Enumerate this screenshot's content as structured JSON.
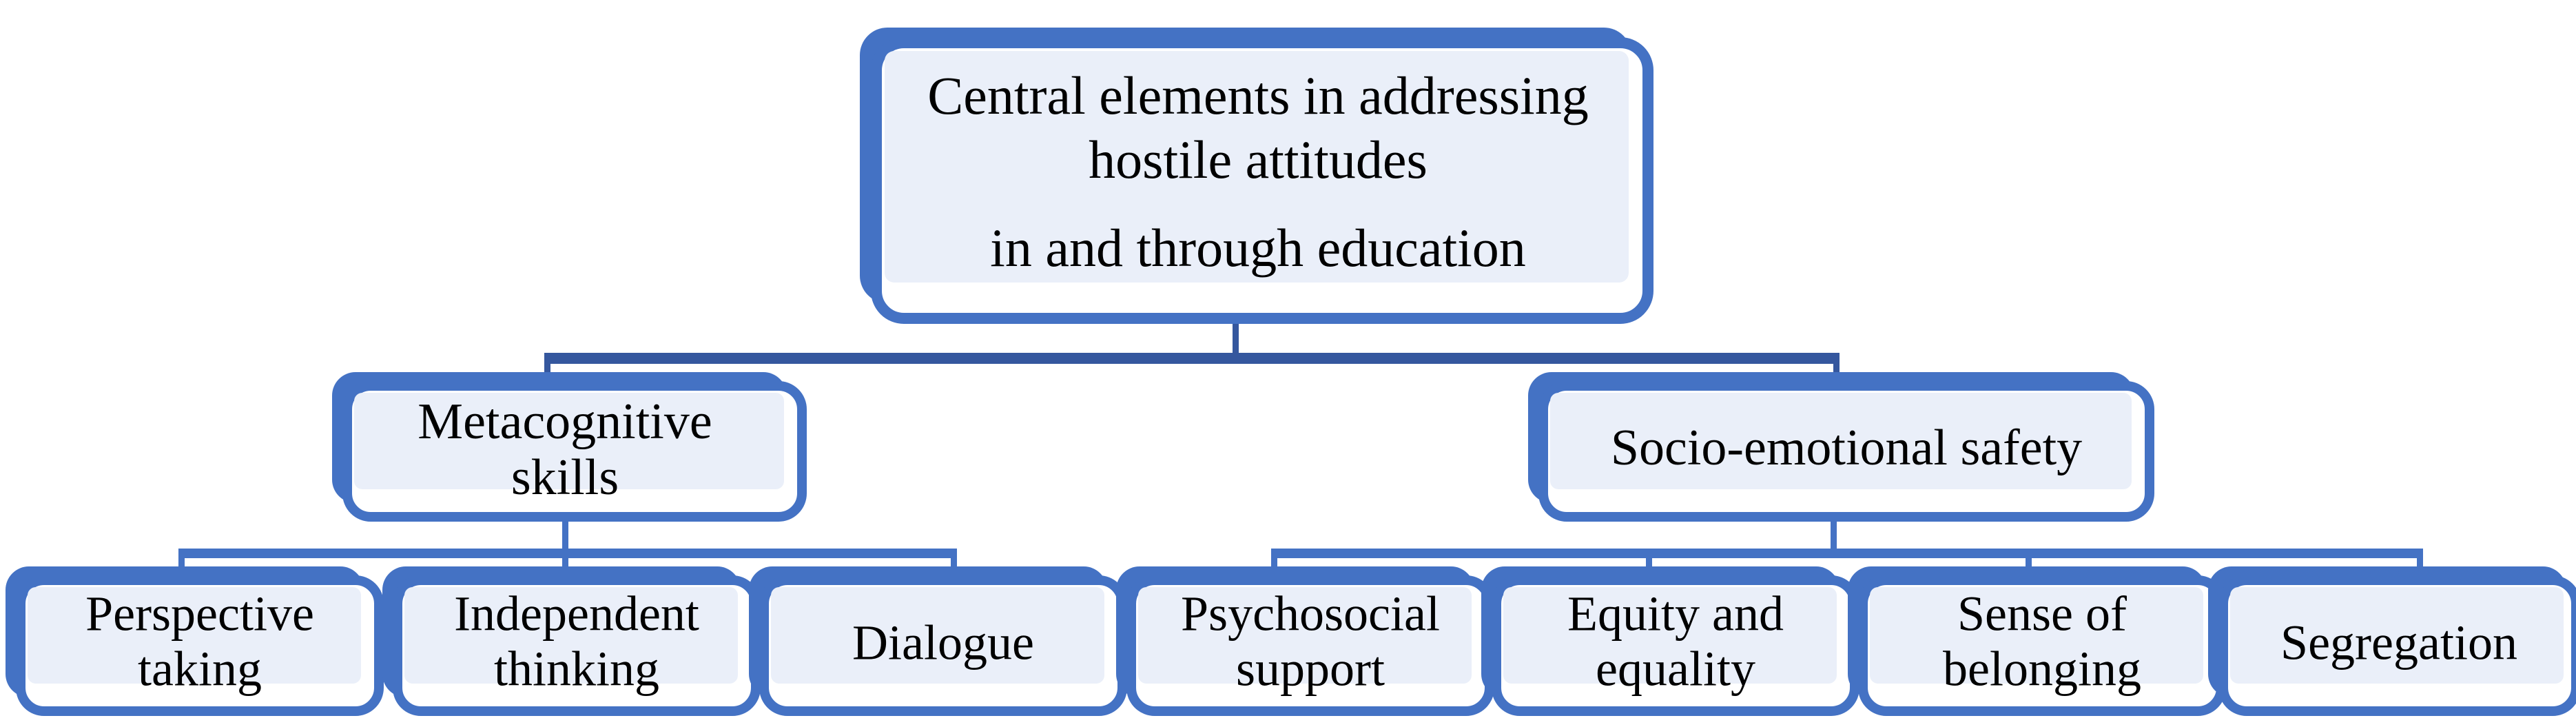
{
  "diagram": {
    "type": "hierarchy-tree",
    "title": "Central elements in addressing hostile attitudes in and through education",
    "colors": {
      "box_border": "#4472c4",
      "box_shadow": "#4472c4",
      "box_fill": "#eaeff9",
      "box_inner_white": "#ffffff",
      "connector_light": "#4472c4",
      "connector_dark": "#35579e",
      "text": "#000000",
      "background": "#ffffff"
    },
    "root": {
      "id": "root",
      "line1": "Central elements in addressing",
      "line2": "hostile attitudes",
      "line3": "in and through education"
    },
    "branches": [
      {
        "id": "metacognitive-skills",
        "line1": "Metacognitive",
        "line2": "skills",
        "children": [
          {
            "id": "perspective-taking",
            "line1": "Perspective",
            "line2": "taking"
          },
          {
            "id": "independent-thinking",
            "line1": "Independent",
            "line2": "thinking"
          },
          {
            "id": "dialogue",
            "line1": "Dialogue",
            "line2": ""
          }
        ]
      },
      {
        "id": "socio-emotional-safety",
        "line1": "Socio-emotional safety",
        "line2": "",
        "children": [
          {
            "id": "psychosocial-support",
            "line1": "Psychosocial",
            "line2": "support"
          },
          {
            "id": "equity-and-equality",
            "line1": "Equity and",
            "line2": "equality"
          },
          {
            "id": "sense-of-belonging",
            "line1": "Sense of",
            "line2": "belonging"
          },
          {
            "id": "segregation",
            "line1": "Segregation",
            "line2": ""
          }
        ]
      }
    ]
  }
}
